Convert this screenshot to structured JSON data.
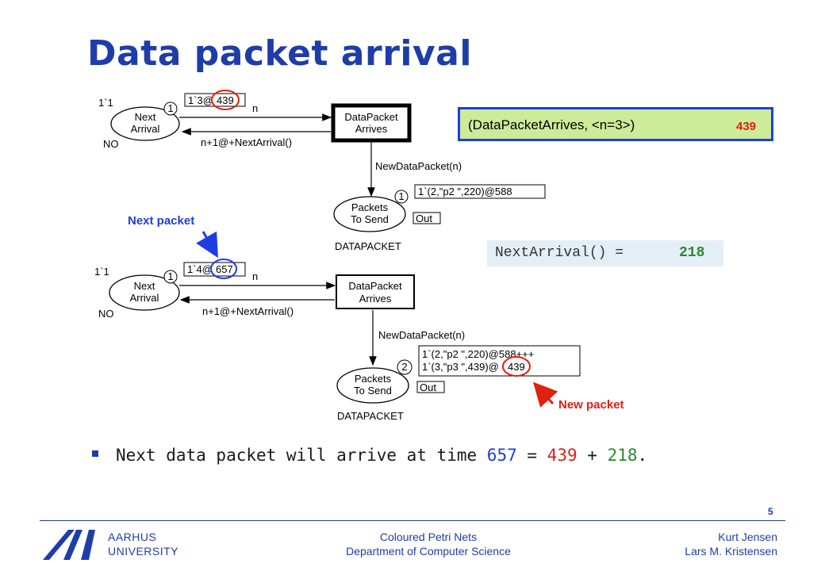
{
  "slide": {
    "title": "Data packet arrival",
    "page_number": "5"
  },
  "cpn_top": {
    "place_next_arrival": "Next\nArrival",
    "place_next_line1": "Next",
    "place_next_line2": "Arrival",
    "initial_marking": "1`1",
    "colour_set": "NO",
    "token_count": "1",
    "marking": "1`3@439",
    "marking_prefix": "1`3@",
    "marking_time": "439",
    "arc_in": "n",
    "arc_out": "n+1@+NextArrival()",
    "transition_line1": "DataPacket",
    "transition_line2": "Arrives",
    "arc_down": "NewDataPacket(n)",
    "place_send_line1": "Packets",
    "place_send_line2": "To Send",
    "send_count": "1",
    "send_marking": "1`(2,\"p2 \",220)@588",
    "port": "Out",
    "send_colour_set": "DATAPACKET"
  },
  "cpn_bottom": {
    "initial_marking": "1`1",
    "colour_set": "NO",
    "place_next_line1": "Next",
    "place_next_line2": "Arrival",
    "token_count": "1",
    "marking_prefix": "1`4@",
    "marking_time": "657",
    "arc_in": "n",
    "arc_out": "n+1@+NextArrival()",
    "transition_line1": "DataPacket",
    "transition_line2": "Arrives",
    "arc_down": "NewDataPacket(n)",
    "place_send_line1": "Packets",
    "place_send_line2": "To Send",
    "send_count": "2",
    "send_marking_line1": "1`(2,\"p2 \",220)@588+++",
    "send_marking_line2_prefix": "1`(3,\"p3 \",439)@",
    "send_marking_line2_time": "439",
    "port": "Out",
    "send_colour_set": "DATAPACKET"
  },
  "binding_element": {
    "text": "(DataPacketArrives, <n=3>)",
    "time": "439"
  },
  "next_arrival": {
    "label": "NextArrival() = ",
    "value": "218"
  },
  "annotations": {
    "next_packet": "Next packet",
    "new_packet": "New packet"
  },
  "bullet": {
    "text_before": "Next data packet will arrive at time ",
    "v1": "657",
    "eq": " = ",
    "v2": "439",
    "plus": " + ",
    "v3": "218",
    "end": "."
  },
  "footer": {
    "uni_line1": "AARHUS",
    "uni_line2": "UNIVERSITY",
    "center_line1": "Coloured Petri Nets",
    "center_line2": "Department of Computer Science",
    "right_line1": "Kurt Jensen",
    "right_line2": "Lars M. Kristensen"
  },
  "colors": {
    "title_blue": "#1f3da8",
    "highlight_red": "#e02010",
    "binding_green": "#ccec99",
    "value_green": "#2a8a2a"
  },
  "icons": [
    "aarhus-logo-icon",
    "red-circle-highlight",
    "blue-circle-highlight",
    "arrow-icon"
  ]
}
